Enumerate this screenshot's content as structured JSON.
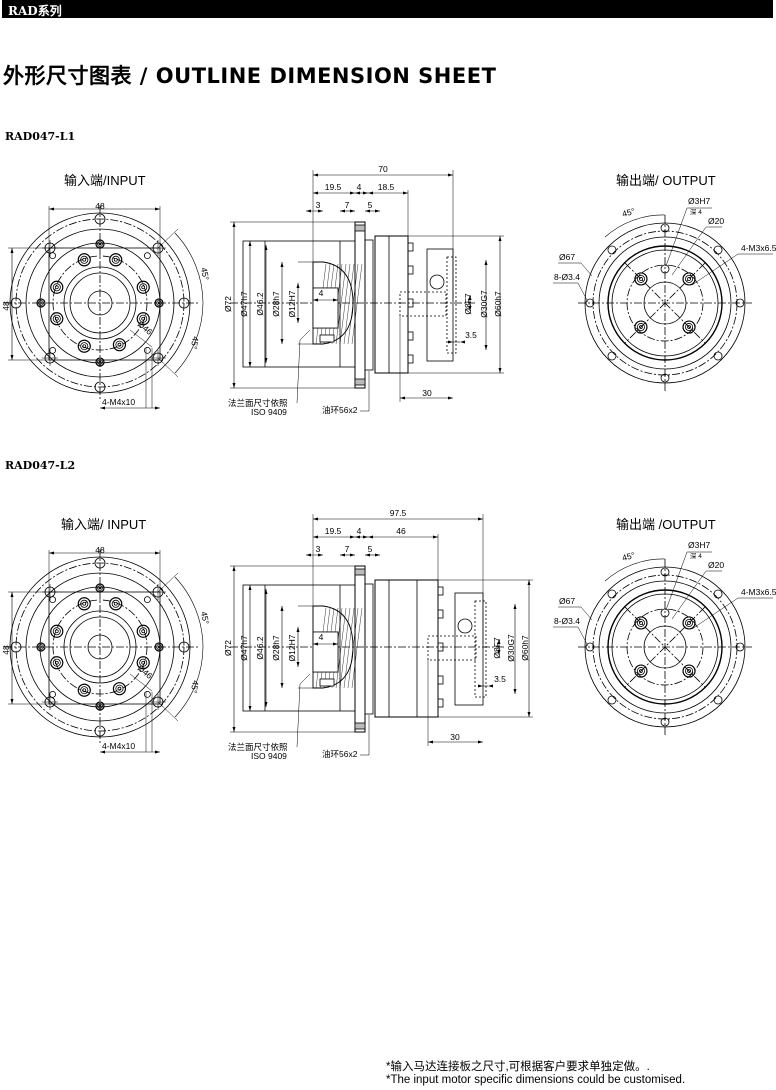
{
  "header": {
    "series": "RAD系列"
  },
  "title": "外形尺寸图表 / OUTLINE DIMENSION SHEET",
  "models": [
    {
      "name": "RAD047-L1",
      "input_label": "输入端/INPUT",
      "output_label": "输出端/ OUTPUT",
      "input_view": {
        "square_w": "48",
        "square_h": "48",
        "angle_a": "45°",
        "angle_b": "45°",
        "pcd": "Ø46",
        "tapped": "4-M4x10"
      },
      "side_view": {
        "overall": "70",
        "seg1": "19.5",
        "seg2": "4",
        "seg3": "18.5",
        "d3": "3",
        "d7": "7",
        "d5": "5",
        "dia72": "Ø72",
        "dia47": "Ø47h7",
        "dia46": "Ø46.2",
        "dia28": "Ø28h7",
        "dia12": "Ø12H7",
        "key4": "4",
        "dia8": "Ø8F7",
        "dia30": "Ø30G7",
        "dia60": "Ø60h7",
        "d35": "3.5",
        "d30": "30",
        "flange_note": "法兰面尺寸依照",
        "iso": "ISO 9409",
        "oil_ring": "油环56x2"
      },
      "output_view": {
        "pin": "Ø3H7",
        "depth": "深 4",
        "d20": "Ø20",
        "tapped": "4-M3x6.5",
        "pcd": "Ø67",
        "holes": "8-Ø3.4",
        "angle": "45°"
      }
    },
    {
      "name": "RAD047-L2",
      "input_label": "输入端/ INPUT",
      "output_label": "输出端 /OUTPUT",
      "input_view": {
        "square_w": "48",
        "square_h": "48",
        "angle_a": "45°",
        "angle_b": "45°",
        "pcd": "Ø46",
        "tapped": "4-M4x10"
      },
      "side_view": {
        "overall": "97.5",
        "seg1": "19.5",
        "seg2": "4",
        "seg3": "46",
        "d3": "3",
        "d7": "7",
        "d5": "5",
        "dia72": "Ø72",
        "dia47": "Ø47h7",
        "dia46": "Ø46.2",
        "dia28": "Ø28h7",
        "dia12": "Ø12H7",
        "key4": "4",
        "dia8": "Ø8F7",
        "dia30": "Ø30G7",
        "dia60": "Ø60h7",
        "d35": "3.5",
        "d30": "30",
        "flange_note": "法兰面尺寸依照",
        "iso": "ISO 9409",
        "oil_ring": "油环56x2"
      },
      "output_view": {
        "pin": "Ø3H7",
        "depth": "深 4",
        "d20": "Ø20",
        "tapped": "4-M3x6.5",
        "pcd": "Ø67",
        "holes": "8-Ø3.4",
        "angle": "45°"
      }
    }
  ],
  "notes": {
    "cn": "*输入马达连接板之尺寸,可根据客户要求单独定做。.",
    "en": "*The input motor specific dimensions could be customised."
  }
}
